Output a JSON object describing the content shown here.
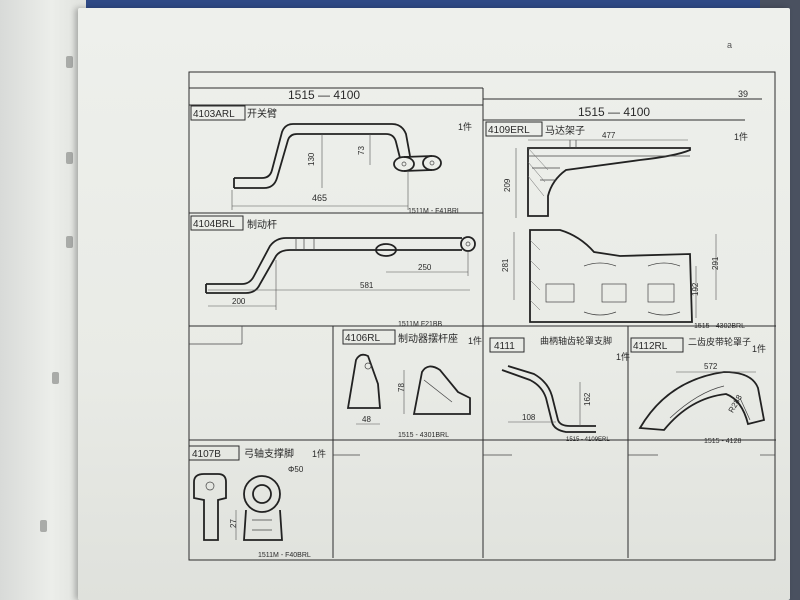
{
  "sheet": {
    "page_number": "39",
    "corner_mark": "a",
    "left_group": "1515 — 4100",
    "right_group": "1515 — 4100"
  },
  "cells": {
    "c4103": {
      "code": "4103ARL",
      "name": "开关臂",
      "qty": "1件",
      "dims": [
        "130",
        "73",
        "465"
      ],
      "ref": "1511M - F41BRL"
    },
    "c4109": {
      "code": "4109ERL",
      "name": "马达架子",
      "qty": "1件",
      "dims": [
        "477",
        "209",
        "281",
        "291",
        "192"
      ],
      "ref": "1515 - 4302BRL"
    },
    "c4104": {
      "code": "4104BRL",
      "name": "制动杆",
      "dims": [
        "250",
        "581",
        "200"
      ],
      "ref": "1511M F21BB"
    },
    "c4106": {
      "code": "4106RL",
      "name": "制动器摆杆座",
      "qty": "1件",
      "dims": [
        "78",
        "48"
      ],
      "ref": "1515 - 4301BRL"
    },
    "c4111": {
      "code": "4111",
      "name": "曲柄轴齿轮罩支脚",
      "qty": "1件",
      "dims": [
        "108",
        "162"
      ],
      "ref": "1515 - 4109ERL"
    },
    "c4112": {
      "code": "4112RL",
      "name": "二齿皮带轮罩子",
      "qty": "1件",
      "dims": [
        "572",
        "R288"
      ],
      "ref": "1515 - 4128"
    },
    "c4107": {
      "code": "4107B",
      "name": "弓轴支撑脚",
      "qty": "1件",
      "dims": [
        "Φ50",
        "27"
      ],
      "ref": "1511M - F40BRL"
    }
  }
}
